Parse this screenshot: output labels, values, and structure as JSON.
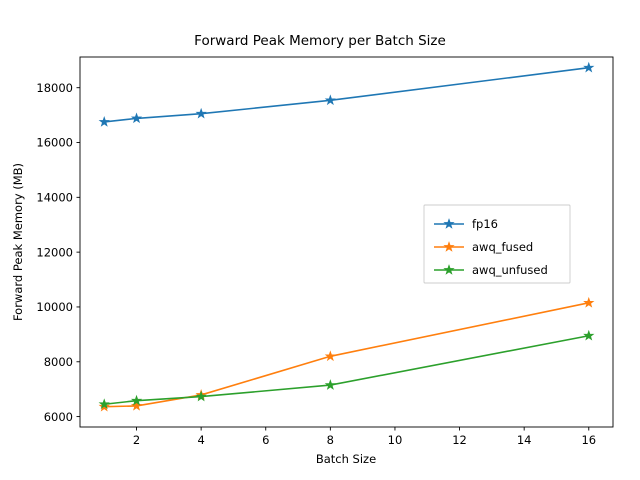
{
  "chart_data": {
    "type": "line",
    "title": "Forward Peak Memory per Batch Size",
    "xlabel": "Batch Size",
    "ylabel": "Forward Peak Memory (MB)",
    "x": [
      1,
      2,
      4,
      8,
      16
    ],
    "xlim": [
      0.25,
      16.75
    ],
    "ylim": [
      5620,
      19120
    ],
    "xticks": [
      2,
      4,
      6,
      8,
      10,
      12,
      14,
      16
    ],
    "xtick_labels": [
      "2",
      "4",
      "6",
      "8",
      "10",
      "12",
      "14",
      "16"
    ],
    "yticks": [
      6000,
      8000,
      10000,
      12000,
      14000,
      16000,
      18000
    ],
    "ytick_labels": [
      "6000",
      "8000",
      "10000",
      "12000",
      "14000",
      "16000",
      "18000"
    ],
    "grid": false,
    "marker": "star",
    "legend_position": "center right",
    "series": [
      {
        "name": "fp16",
        "color": "#1f77b4",
        "values": [
          16750,
          16880,
          17050,
          17540,
          18730
        ]
      },
      {
        "name": "awq_fused",
        "color": "#ff7f0e",
        "values": [
          6360,
          6390,
          6790,
          8200,
          10150
        ]
      },
      {
        "name": "awq_unfused",
        "color": "#2ca02c",
        "values": [
          6450,
          6580,
          6730,
          7150,
          8950
        ]
      }
    ]
  }
}
